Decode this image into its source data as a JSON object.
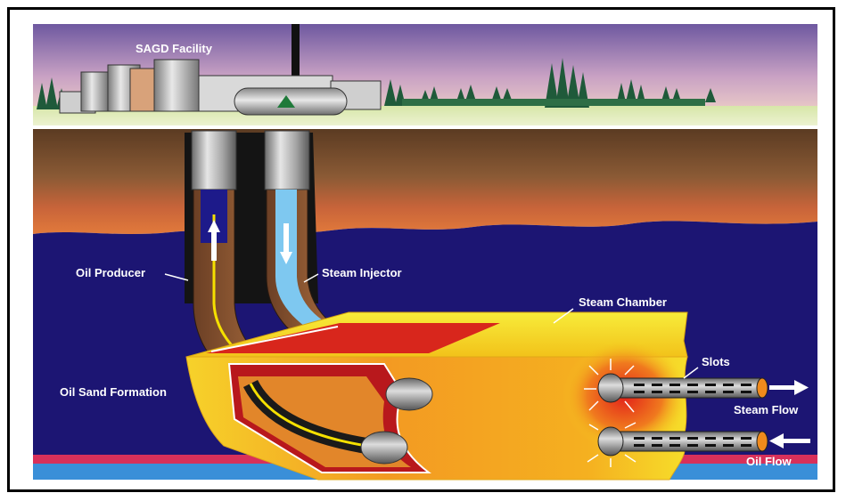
{
  "diagram": {
    "labels": {
      "facility": "SAGD Facility",
      "oil_producer": "Oil Producer",
      "steam_injector": "Steam Injector",
      "steam_chamber": "Steam Chamber",
      "oil_sand_formation": "Oil Sand Formation",
      "slots": "Slots",
      "steam_flow": "Steam Flow",
      "oil_flow": "Oil Flow"
    },
    "colors": {
      "sky_top": "#7b5fa3",
      "sky_bottom": "#f2c9c4",
      "ground_brown": "#6b4a2c",
      "formation_blue": "#1c1573",
      "steam_chamber_yellow": "#f5e21a",
      "chamber_orange": "#f08a1c",
      "chamber_red": "#d8261c",
      "pipe_steel": "#9a9a9a",
      "oil_line": "#f5e000",
      "steam_line": "#7ec8f0"
    }
  }
}
